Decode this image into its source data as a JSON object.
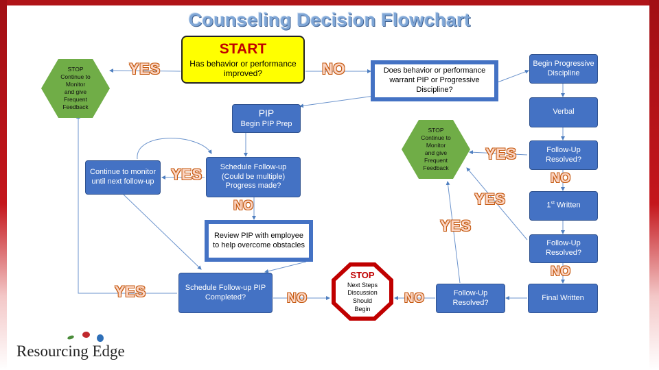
{
  "title": "Counseling Decision Flowchart",
  "start": {
    "heading": "START",
    "question": "Has behavior or performance improved?"
  },
  "stop_left": [
    "STOP",
    "Continue to",
    "Monitor",
    "and give",
    "Frequent",
    "Feedback"
  ],
  "stop_right": [
    "STOP",
    "Continue to",
    "Monitor",
    "and give",
    "Frequent",
    "Feedback"
  ],
  "warrant": "Does behavior or performance warrant PIP or Progressive Discipline?",
  "begin_progressive": "Begin Progressive Discipline",
  "verbal": "Verbal",
  "follow_up_resolved_1": "Follow-Up Resolved?",
  "first_written": {
    "num": "1",
    "sup": "st",
    "rest": " Written"
  },
  "follow_up_resolved_2": "Follow-Up Resolved?",
  "final_written": "Final Written",
  "follow_up_resolved_3": "Follow-Up Resolved?",
  "pip": {
    "title": "PIP",
    "sub": "Begin PIP Prep"
  },
  "schedule_followup": "Schedule Follow-up (Could be multiple) Progress made?",
  "continue_monitor": "Continue to monitor until next follow-up",
  "review_pip": "Review PIP with employee to help overcome obstacles",
  "schedule_completed": "Schedule Follow-up PIP Completed?",
  "stop_next": {
    "heading": "STOP",
    "lines": [
      "Next Steps",
      "Discussion",
      "Should",
      "Begin"
    ]
  },
  "labels": {
    "yes": "YES",
    "no": "NO"
  },
  "logo": {
    "name": "Resourcing Edge",
    "dot_colors": [
      "#4a8c3a",
      "#c0282d",
      "#2e6fb8"
    ]
  },
  "colors": {
    "frame": "#b01418",
    "box": "#4472c4",
    "stop_hex": "#70ad47",
    "start": "#ffff00",
    "octagon": "#c00000"
  }
}
